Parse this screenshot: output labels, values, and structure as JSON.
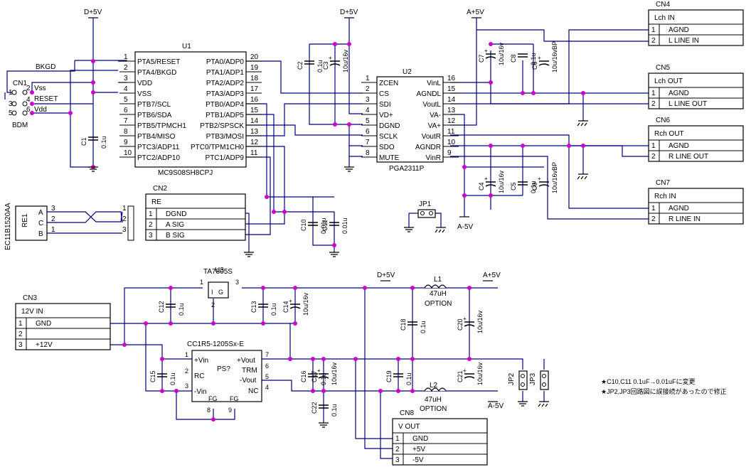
{
  "power": {
    "d5v": "D+5V",
    "a5v": "A+5V",
    "am5v": "A-5V"
  },
  "u1": {
    "ref": "U1",
    "part": "MC9S08SH8CPJ",
    "left_pins": [
      {
        "num": "1",
        "name": "PTA5/RESET"
      },
      {
        "num": "2",
        "name": "PTA4/BKGD"
      },
      {
        "num": "3",
        "name": "VDD"
      },
      {
        "num": "4",
        "name": "VSS"
      },
      {
        "num": "5",
        "name": "PTB7/SCL"
      },
      {
        "num": "6",
        "name": "PTB6/SDA"
      },
      {
        "num": "7",
        "name": "PTB5/TPMCH1"
      },
      {
        "num": "8",
        "name": "PTB4/MISO"
      },
      {
        "num": "9",
        "name": "PTC3/ADP11"
      },
      {
        "num": "10",
        "name": "PTC2/ADP10"
      }
    ],
    "right_pins": [
      {
        "num": "20",
        "name": "PTA0/ADP0"
      },
      {
        "num": "19",
        "name": "PTA1/ADP1"
      },
      {
        "num": "18",
        "name": "PTA2/ADP2"
      },
      {
        "num": "17",
        "name": "PTA3/ADP3"
      },
      {
        "num": "16",
        "name": "PTB0/ADP4"
      },
      {
        "num": "15",
        "name": "PTB1/ADP5"
      },
      {
        "num": "14",
        "name": "PTB2/SPSCK"
      },
      {
        "num": "13",
        "name": "PTB3/MOSI"
      },
      {
        "num": "12",
        "name": "PTC0/TPM1CH0"
      },
      {
        "num": "11",
        "name": "PTC1/ADP9"
      }
    ]
  },
  "u2": {
    "ref": "U2",
    "part": "PGA2311P",
    "left_pins": [
      {
        "num": "1",
        "name": "ZCEN"
      },
      {
        "num": "2",
        "name": "CS"
      },
      {
        "num": "3",
        "name": "SDI"
      },
      {
        "num": "4",
        "name": "VD+"
      },
      {
        "num": "5",
        "name": "DGND"
      },
      {
        "num": "6",
        "name": "SCLK"
      },
      {
        "num": "7",
        "name": "SDO"
      },
      {
        "num": "8",
        "name": "MUTE"
      }
    ],
    "right_pins": [
      {
        "num": "16",
        "name": "VinL"
      },
      {
        "num": "15",
        "name": "AGNDL"
      },
      {
        "num": "14",
        "name": "VoutL"
      },
      {
        "num": "13",
        "name": "VA-"
      },
      {
        "num": "12",
        "name": "VA+"
      },
      {
        "num": "11",
        "name": "VoutR"
      },
      {
        "num": "10",
        "name": "AGNDR"
      },
      {
        "num": "9",
        "name": "VinR"
      }
    ]
  },
  "cn1": {
    "ref": "CN1",
    "name": "BDM",
    "pins": [
      "1",
      "2",
      "3",
      "4",
      "5",
      "6"
    ],
    "sig_vss": "Vss",
    "sig_reset": "RESET",
    "sig_vdd": "Vdd",
    "sig_bkgd": "BKGD"
  },
  "connectors": [
    {
      "ref": "CN4",
      "title": "Lch IN",
      "rows": [
        {
          "num": "1",
          "label": "AGND"
        },
        {
          "num": "2",
          "label": "L LINE IN"
        }
      ]
    },
    {
      "ref": "CN5",
      "title": "Lch OUT",
      "rows": [
        {
          "num": "1",
          "label": "AGND"
        },
        {
          "num": "2",
          "label": "L LINE OUT"
        }
      ]
    },
    {
      "ref": "CN6",
      "title": "Rch OUT",
      "rows": [
        {
          "num": "1",
          "label": "AGND"
        },
        {
          "num": "2",
          "label": "R LINE OUT"
        }
      ]
    },
    {
      "ref": "CN7",
      "title": "Rch IN",
      "rows": [
        {
          "num": "1",
          "label": "AGND"
        },
        {
          "num": "2",
          "label": "R LINE IN"
        }
      ]
    },
    {
      "ref": "CN2",
      "title": "RE",
      "rows": [
        {
          "num": "1",
          "label": "DGND"
        },
        {
          "num": "2",
          "label": "A SIG"
        },
        {
          "num": "3",
          "label": "B SIG"
        }
      ]
    },
    {
      "ref": "CN3",
      "title": "12V IN",
      "rows": [
        {
          "num": "1",
          "label": "GND"
        },
        {
          "num": "2",
          "label": ""
        },
        {
          "num": "3",
          "label": "+12V"
        }
      ]
    },
    {
      "ref": "CN8",
      "title": "V OUT",
      "rows": [
        {
          "num": "1",
          "label": "GND"
        },
        {
          "num": "2",
          "label": "+5V"
        },
        {
          "num": "3",
          "label": "-5V"
        }
      ]
    }
  ],
  "re1": {
    "ref": "RE1",
    "part": "EC11B1520AA",
    "pin_a": "A",
    "pin_c": "C",
    "pin_b": "B",
    "num_a": "3",
    "num_c": "2",
    "num_b": "1",
    "cn_num_1": "1",
    "cn_num_2": "2",
    "cn_num_3": "3"
  },
  "u3": {
    "ref": "U3",
    "part": "TA7805S",
    "pin_i": "I",
    "pin_g": "G",
    "num_1": "1",
    "num_2": "2",
    "num_3": "3"
  },
  "ps": {
    "ref": "PS?",
    "part": "CC1R5-1205Sx-E",
    "vin_plus": "+Vin",
    "rc": "RC",
    "vin_minus": "-Vin",
    "vout_plus": "+Vout",
    "trm": "TRM",
    "vout_minus": "-Vout",
    "nc": "NC",
    "fg": "FG",
    "n1": "1",
    "n2": "2",
    "n3": "3",
    "n4": "4",
    "n5": "5",
    "n6": "6",
    "n7": "7",
    "n8": "8",
    "n9": "9"
  },
  "l1": {
    "ref": "L1",
    "value": "47uH",
    "note": "OPTION"
  },
  "l2": {
    "ref": "L2",
    "value": "47uH",
    "note": "OPTION"
  },
  "jp": {
    "jp1": "JP1",
    "jp2": "JP2",
    "jp3": "JP3"
  },
  "capacitors": [
    {
      "ref": "C1",
      "value": "0.1u",
      "polar": false
    },
    {
      "ref": "C2",
      "value": "0.1u",
      "polar": false
    },
    {
      "ref": "C3",
      "value": "10u/16v",
      "polar": true
    },
    {
      "ref": "C7",
      "value": "10u/16v",
      "polar": true
    },
    {
      "ref": "C8",
      "value": "0.1u",
      "polar": false
    },
    {
      "ref": "C6",
      "value": "10u/16vBP",
      "polar": true
    },
    {
      "ref": "C4",
      "value": "10u/16v",
      "polar": true
    },
    {
      "ref": "C5",
      "value": "0.1u",
      "polar": false
    },
    {
      "ref": "C9",
      "value": "10u/16vBP",
      "polar": true
    },
    {
      "ref": "C10",
      "value": "0.01u",
      "polar": false
    },
    {
      "ref": "C11",
      "value": "0.01u",
      "polar": false
    },
    {
      "ref": "C12",
      "value": "0.1u",
      "polar": false
    },
    {
      "ref": "C13",
      "value": "0.1u",
      "polar": false
    },
    {
      "ref": "C14",
      "value": "10u/16v",
      "polar": true
    },
    {
      "ref": "C18",
      "value": "0.1u",
      "polar": false
    },
    {
      "ref": "C20",
      "value": "10u/16v",
      "polar": true
    },
    {
      "ref": "C15",
      "value": "0.1u",
      "polar": false
    },
    {
      "ref": "C16",
      "value": "0.1u",
      "polar": false
    },
    {
      "ref": "C17",
      "value": "10u/16v",
      "polar": true
    },
    {
      "ref": "C22",
      "value": "0.1u",
      "polar": false
    },
    {
      "ref": "C19",
      "value": "0.1u",
      "polar": false
    },
    {
      "ref": "C21",
      "value": "10u/16v",
      "polar": true
    }
  ],
  "notes": [
    "★C10,C11 0.1uF→0.01uFに変更",
    "★JP2,JP3回路図に誤接続があったので修正"
  ]
}
